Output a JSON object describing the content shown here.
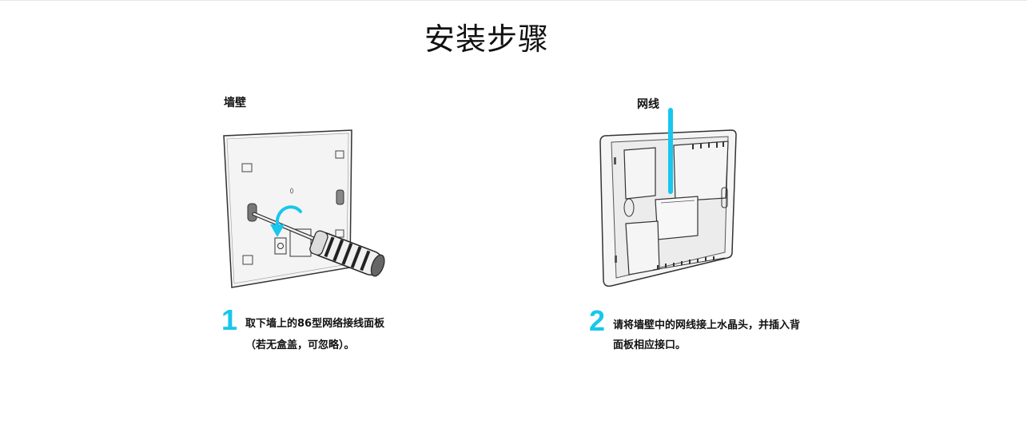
{
  "page": {
    "title": "安装步骤"
  },
  "steps": [
    {
      "label": "墙壁",
      "number": "1",
      "text_lines": [
        "取下墙上的86型网络接线面板",
        "（若无盒盖，可忽略）。"
      ]
    },
    {
      "label": "网线",
      "number": "2",
      "text_lines": [
        "请将墙壁中的网线接上水晶头，并插入背",
        "面板相应接口。"
      ]
    }
  ],
  "colors": {
    "accent": "#17c7ec",
    "line": "#333333"
  }
}
